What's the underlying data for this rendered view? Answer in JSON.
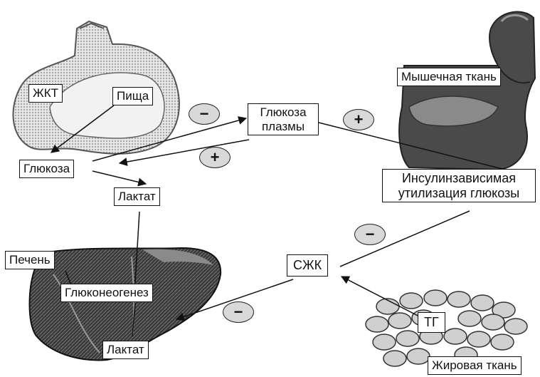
{
  "labels": {
    "zhkt": "ЖКТ",
    "pishcha": "Пища",
    "glyukoza": "Глюкоза",
    "glyukoza_plazmy": "Глюкоза плазмы",
    "laktat_top": "Лактат",
    "myshechnaya_tkan": "Мышечная ткань",
    "insulin_utilizatsiya": "Инсулинзависимая утилизация глюкозы",
    "szhk": "СЖК",
    "pechen": "Печень",
    "glyukoneogenez": "Глюконеогенез",
    "laktat_bottom": "Лактат",
    "tg": "ТГ",
    "zhirovaya_tkan": "Жировая ткань"
  },
  "signs": {
    "minus_food": "−",
    "plus_liver": "+",
    "plus_muscle": "+",
    "minus_ffa": "−",
    "minus_liver": "−"
  },
  "colors": {
    "outline": "#111111",
    "sign_fill": "#d9d9d9",
    "tissue_dark": "#2a2a2a",
    "tissue_mid": "#6e6e6e",
    "tissue_light": "#bdbdbd"
  },
  "icons": [
    "stomach-illustration",
    "muscle-arm-illustration",
    "liver-illustration",
    "adipose-tissue-illustration"
  ]
}
